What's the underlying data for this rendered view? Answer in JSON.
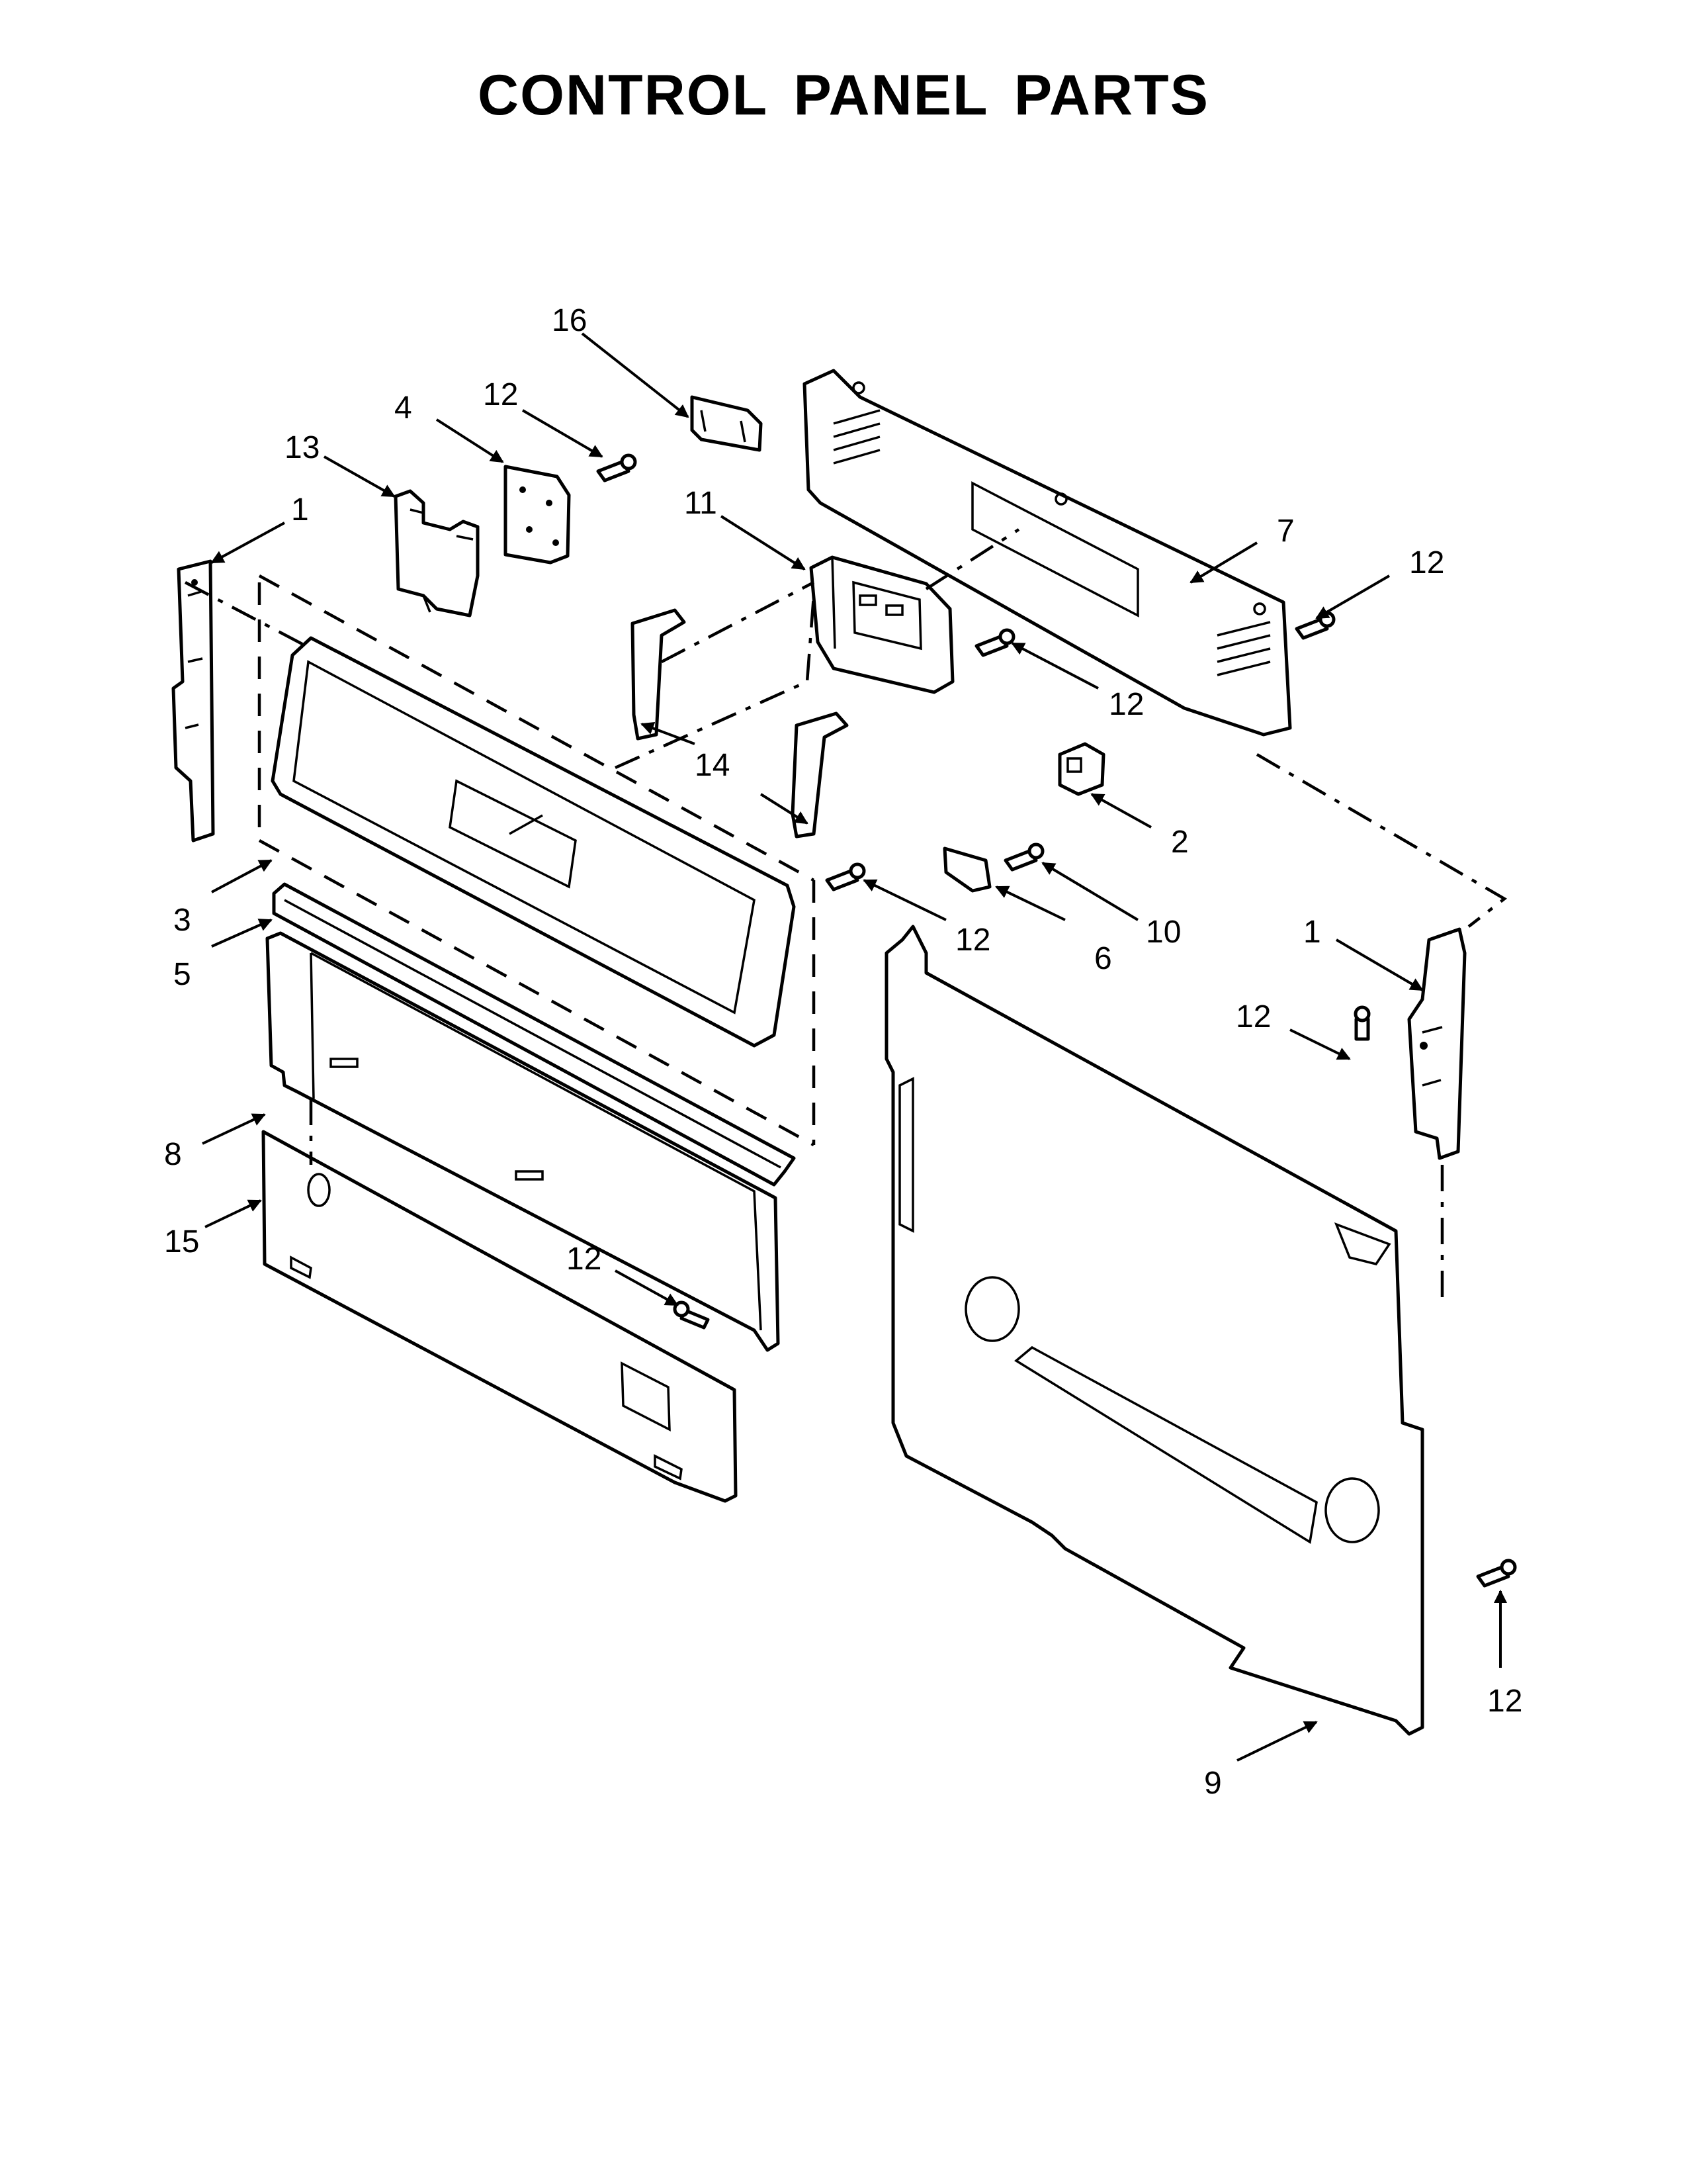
{
  "title": "CONTROL PANEL PARTS",
  "callouts": [
    {
      "id": "c16",
      "number": "16"
    },
    {
      "id": "c4",
      "number": "4"
    },
    {
      "id": "c12a",
      "number": "12"
    },
    {
      "id": "c13",
      "number": "13"
    },
    {
      "id": "c1a",
      "number": "1"
    },
    {
      "id": "c11",
      "number": "11"
    },
    {
      "id": "c7",
      "number": "7"
    },
    {
      "id": "c12b",
      "number": "12"
    },
    {
      "id": "c12c",
      "number": "12"
    },
    {
      "id": "c14",
      "number": "14"
    },
    {
      "id": "c2",
      "number": "2"
    },
    {
      "id": "c3",
      "number": "3"
    },
    {
      "id": "c12d",
      "number": "12"
    },
    {
      "id": "c10",
      "number": "10"
    },
    {
      "id": "c6",
      "number": "6"
    },
    {
      "id": "c1b",
      "number": "1"
    },
    {
      "id": "c5",
      "number": "5"
    },
    {
      "id": "c12e",
      "number": "12"
    },
    {
      "id": "c8",
      "number": "8"
    },
    {
      "id": "c15",
      "number": "15"
    },
    {
      "id": "c12f",
      "number": "12"
    },
    {
      "id": "c12g",
      "number": "12"
    },
    {
      "id": "c9",
      "number": "9"
    }
  ]
}
